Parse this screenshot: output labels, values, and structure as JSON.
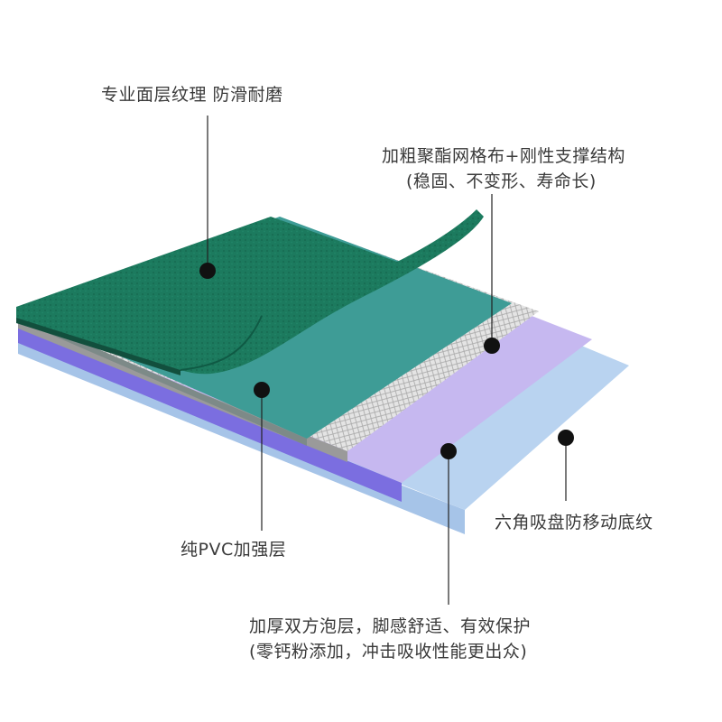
{
  "labels": {
    "top_texture": "专业面层纹理 防滑耐磨",
    "mesh_line1": "加粗聚酯网格布+刚性支撑结构",
    "mesh_line2": "(稳固、不变形、寿命长)",
    "pvc": "纯PVC加强层",
    "base": "六角吸盘防移动底纹",
    "foam_line1": "加厚双方泡层，脚感舒适、有效保护",
    "foam_line2": "(零钙粉添加，冲击吸收性能更出众)"
  },
  "colors": {
    "top_green": "#1c7a5e",
    "pvc_teal": "#3e9c96",
    "mesh": "#dcdcdc",
    "foam_purple": "#c6b8f0",
    "base_blue": "#b9d3f0",
    "marker": "#111111"
  }
}
